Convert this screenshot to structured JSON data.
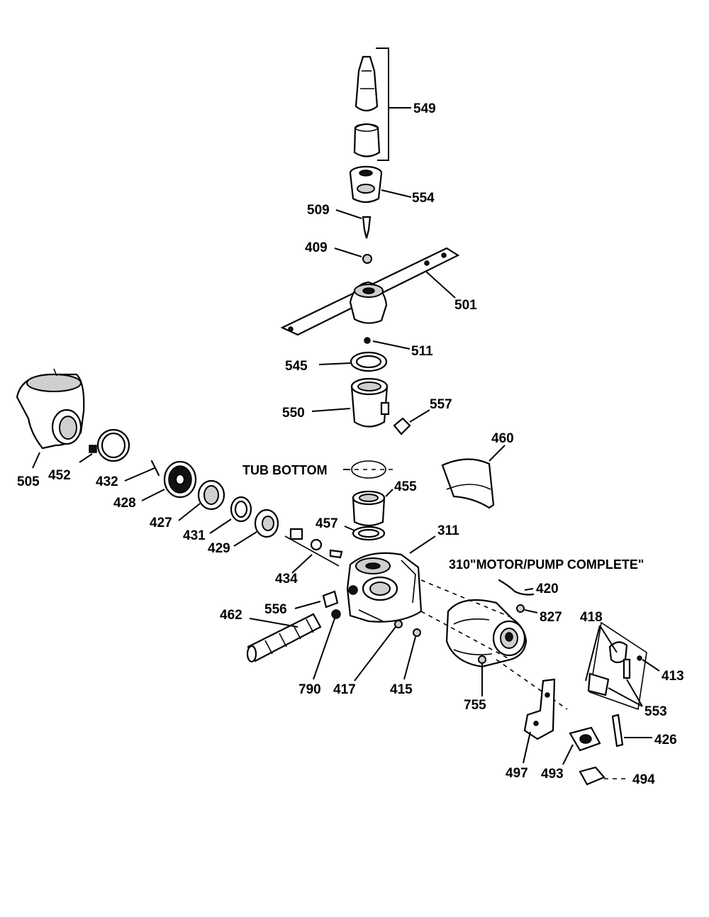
{
  "labels": {
    "p549": "549",
    "p554": "554",
    "p509": "509",
    "p409": "409",
    "p501": "501",
    "p511": "511",
    "p545": "545",
    "p550": "550",
    "p557": "557",
    "p505": "505",
    "p452": "452",
    "p432": "432",
    "p428": "428",
    "p427": "427",
    "p431": "431",
    "p429": "429",
    "p460": "460",
    "p455": "455",
    "p457": "457",
    "p311": "311",
    "p434": "434",
    "p556": "556",
    "p462": "462",
    "p790": "790",
    "p417": "417",
    "p415": "415",
    "p420": "420",
    "p827": "827",
    "p755": "755",
    "p418": "418",
    "p413": "413",
    "p553": "553",
    "p426": "426",
    "p497": "497",
    "p493": "493",
    "p494": "494"
  },
  "notes": {
    "tub_bottom": "TUB BOTTOM",
    "motor_pump": "310\"MOTOR/PUMP COMPLETE\""
  }
}
